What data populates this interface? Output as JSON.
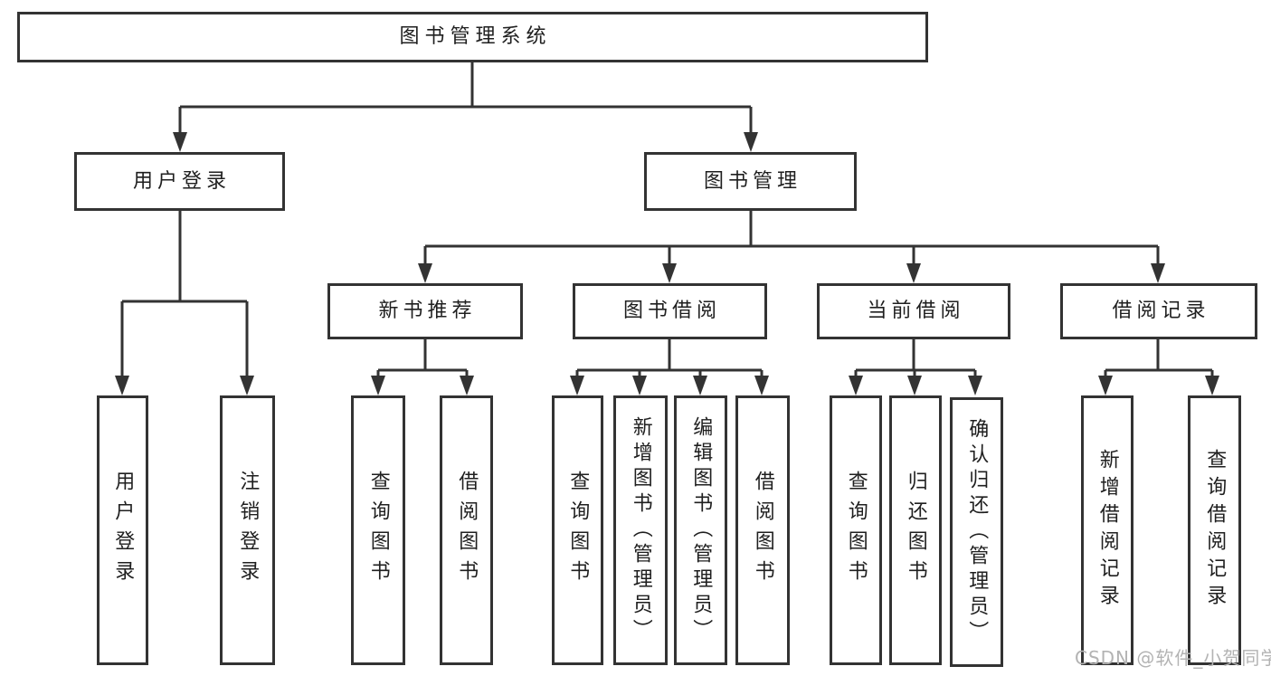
{
  "diagram": {
    "root": {
      "label": "图书管理系统"
    },
    "branches": [
      {
        "label": "用户登录",
        "children": [
          {
            "label": "用户登录"
          },
          {
            "label": "注销登录"
          }
        ]
      },
      {
        "label": "图书管理",
        "children": [
          {
            "label": "新书推荐",
            "children": [
              {
                "label": "查询图书"
              },
              {
                "label": "借阅图书"
              }
            ]
          },
          {
            "label": "图书借阅",
            "children": [
              {
                "label": "查询图书"
              },
              {
                "label": "新增图书（管理员）"
              },
              {
                "label": "编辑图书（管理员）"
              },
              {
                "label": "借阅图书"
              }
            ]
          },
          {
            "label": "当前借阅",
            "children": [
              {
                "label": "查询图书"
              },
              {
                "label": "归还图书"
              },
              {
                "label": "确认归还（管理员）"
              }
            ]
          },
          {
            "label": "借阅记录",
            "children": [
              {
                "label": "新增借阅记录"
              },
              {
                "label": "查询借阅记录"
              }
            ]
          }
        ]
      }
    ]
  },
  "watermark": {
    "text": "CSDN @软件_小贺同学"
  },
  "colors": {
    "line": "#333333",
    "text": "#1f1f1f",
    "watermark": "#b3b3b3",
    "background": "#ffffff"
  }
}
